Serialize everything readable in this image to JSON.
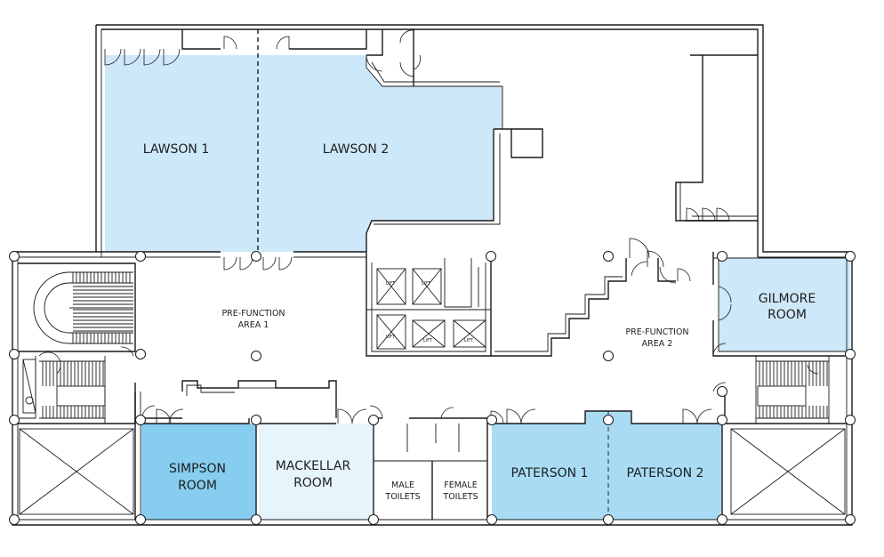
{
  "colors": {
    "light_blue": "#cde8f8",
    "medium_blue": "#a9dcf4",
    "dark_blue": "#86cdf0",
    "pale_blue": "#e6f4fb",
    "wall": "#1a1a1a"
  },
  "rooms": {
    "lawson_1": "LAWSON 1",
    "lawson_2": "LAWSON 2",
    "gilmore": [
      "GILMORE",
      "ROOM"
    ],
    "simpson": [
      "SIMPSON",
      "ROOM"
    ],
    "mackellar": [
      "MACKELLAR",
      "ROOM"
    ],
    "paterson_1": "PATERSON 1",
    "paterson_2": "PATERSON 2",
    "male_toilets": [
      "MALE",
      "TOILETS"
    ],
    "female_toilets": [
      "FEMALE",
      "TOILETS"
    ]
  },
  "areas": {
    "prefunction_1": [
      "PRE-FUNCTION",
      "AREA 1"
    ],
    "prefunction_2": [
      "PRE-FUNCTION",
      "AREA 2"
    ]
  },
  "lift_label": "LIFT"
}
